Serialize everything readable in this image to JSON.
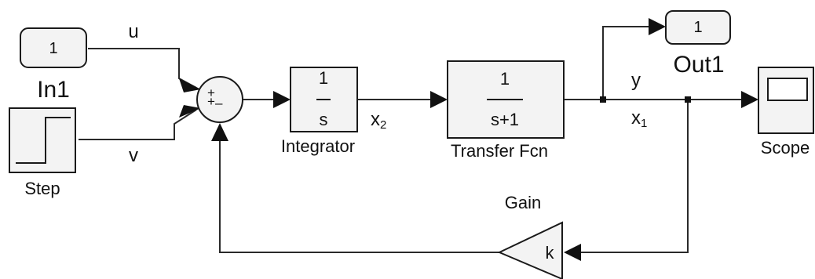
{
  "blocks": {
    "in1": {
      "value": "1",
      "name": "In1"
    },
    "step": {
      "name": "Step"
    },
    "sum": {
      "signs": [
        "+",
        "+",
        "–"
      ]
    },
    "integrator": {
      "num": "1",
      "den": "s",
      "name": "Integrator"
    },
    "transfer_fcn": {
      "num": "1",
      "den": "s+1",
      "name": "Transfer Fcn"
    },
    "out1": {
      "value": "1",
      "name": "Out1"
    },
    "scope": {
      "name": "Scope"
    },
    "gain": {
      "value": "k",
      "name": "Gain"
    }
  },
  "signals": {
    "u": "u",
    "v": "v",
    "x2_base": "x",
    "x2_sub": "2",
    "y": "y",
    "x1_base": "x",
    "x1_sub": "1"
  }
}
